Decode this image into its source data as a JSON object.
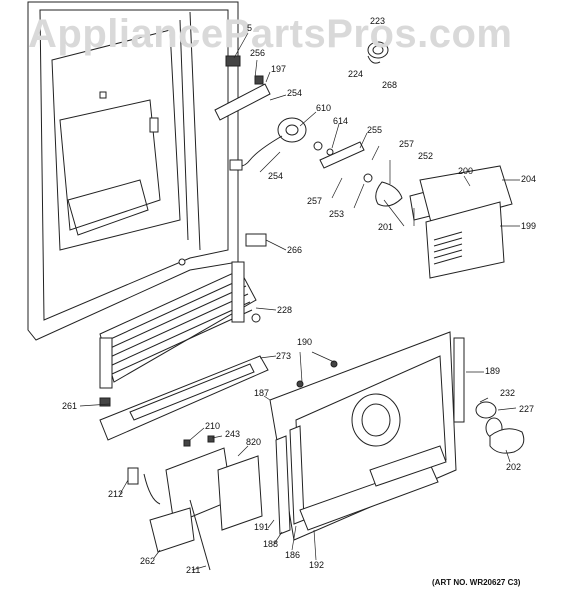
{
  "watermark": "AppliancePartsPros.com",
  "art_number": "(ART NO. WR20627 C3)",
  "callouts": {
    "p5": "5",
    "p223": "223",
    "p256": "256",
    "p197": "197",
    "p224": "224",
    "p268": "268",
    "p254a": "254",
    "p610": "610",
    "p614": "614",
    "p255": "255",
    "p257a": "257",
    "p252": "252",
    "p200": "200",
    "p204": "204",
    "p254b": "254",
    "p257b": "257",
    "p253": "253",
    "p201": "201",
    "p199": "199",
    "p266": "266",
    "p228": "228",
    "p273": "273",
    "p190": "190",
    "p189": "189",
    "p187": "187",
    "p232": "232",
    "p227": "227",
    "p261": "261",
    "p210": "210",
    "p243": "243",
    "p820": "820",
    "p202": "202",
    "p212": "212",
    "p191": "191",
    "p188": "188",
    "p186": "186",
    "p192": "192",
    "p262": "262",
    "p211": "211"
  }
}
